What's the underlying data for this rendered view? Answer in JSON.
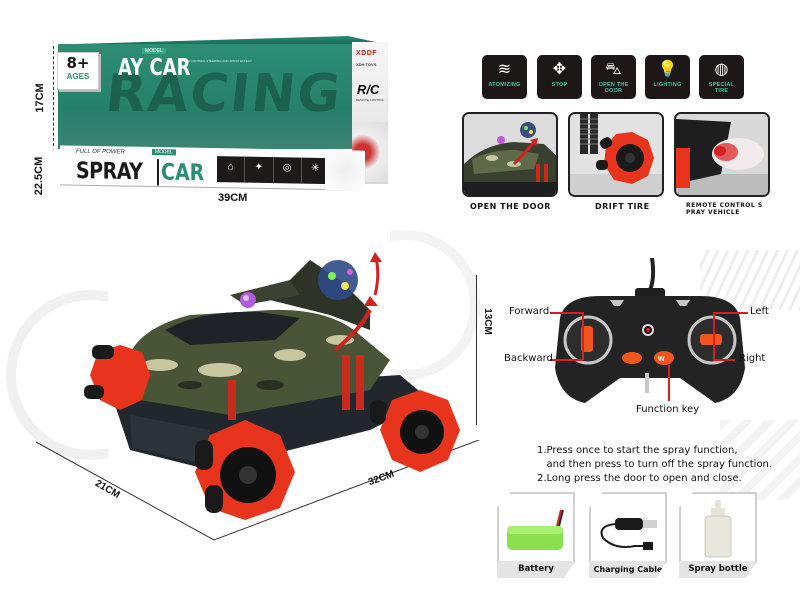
{
  "box": {
    "ages": {
      "number": "8+",
      "label": "AGES"
    },
    "face_title": "AY CAR",
    "face_model_tag": "MODEL",
    "face_bg_word": "RACING",
    "face_small_copy": "GENTLE CONTROL STEERING AND SPRAY EFFECT",
    "brand": "XDDF",
    "brand_sub": "XDH TOYS",
    "rc_logo": "R/C",
    "rc_sub": "REMOTE CONTROL",
    "front_tagline": "FULL OF POWER",
    "front_model_tag": "MODEL",
    "front_title_1": "SPRAY",
    "front_title_2": "CAR",
    "front_icons": [
      "door-icon",
      "light-icon",
      "tire-icon",
      "stop-icon"
    ],
    "front_icon_glyphs": [
      "⌂",
      "✦",
      "◎",
      "✳"
    ],
    "colors": {
      "teal": "#2c8e74",
      "dark": "#1a1a1a"
    }
  },
  "box_dimensions": {
    "height": "17CM",
    "depth": "22.5CM",
    "width": "39CM"
  },
  "features": [
    {
      "id": "atomizing",
      "label": "ATOMIZING",
      "glyph": "≋"
    },
    {
      "id": "stop",
      "label": "STOP",
      "glyph": "✥"
    },
    {
      "id": "open-door",
      "label": "OPEN THE DOOR",
      "glyph": "⛍"
    },
    {
      "id": "lighting",
      "label": "LIGHTING",
      "glyph": "💡"
    },
    {
      "id": "special-tire",
      "label": "SPECIAL TIRE",
      "glyph": "◍"
    }
  ],
  "photos": [
    {
      "caption": "OPEN THE DOOR"
    },
    {
      "caption": "DRIFT TIRE"
    },
    {
      "caption_line1": "REMOTE CONTROL S",
      "caption_line2": "PRAY VEHICLE"
    }
  ],
  "car_dimensions": {
    "height": "13CM",
    "length": "32CM",
    "width": "21CM"
  },
  "controller": {
    "labels": {
      "forward": "Forward",
      "backward": "Backward",
      "left": "Left",
      "right": "Right",
      "function_key": "Function key"
    }
  },
  "instructions": [
    "1.Press once to start the spray function,",
    "   and then press to turn off the spray function.",
    "2.Long press the door to open and close."
  ],
  "accessories": [
    {
      "label": "Battery"
    },
    {
      "label": "Charging Cable"
    },
    {
      "label": "Spray bottle"
    }
  ],
  "colors": {
    "accent_red": "#e8341c",
    "leader_red": "#d61f1f",
    "feature_text": "#3fc4a0",
    "icon_bg": "#1d1717"
  }
}
